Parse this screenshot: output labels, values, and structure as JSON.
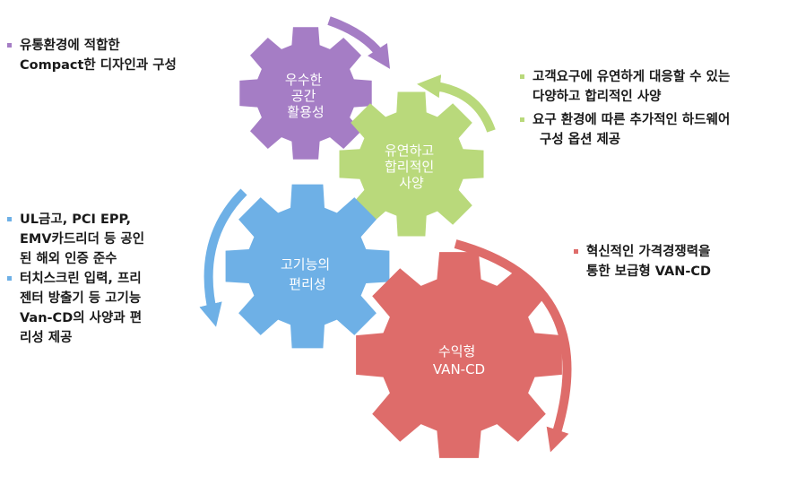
{
  "gears": [
    {
      "id": "space",
      "color": "#a57dc5",
      "label": [
        "우수한",
        "공간",
        "활용성"
      ]
    },
    {
      "id": "flex",
      "color": "#b9d97b",
      "label": [
        "유연하고",
        "합리적인",
        "사양"
      ]
    },
    {
      "id": "conv",
      "color": "#6eb0e6",
      "label": [
        "고기능의",
        "편리성"
      ]
    },
    {
      "id": "profit",
      "color": "#de6c6a",
      "label": [
        "수익형",
        "VAN-CD"
      ]
    }
  ],
  "notes": {
    "space": {
      "color": "#a57dc5",
      "items": [
        {
          "lines": [
            "유통환경에 적합한",
            "Compact한 디자인과 구성"
          ]
        }
      ]
    },
    "flex": {
      "color": "#b9d97b",
      "items": [
        {
          "lines": [
            "고객요구에 유연하게 대응할 수 있는",
            "다양하고 합리적인 사양"
          ]
        },
        {
          "lines": [
            "요구 환경에 따른 추가적인 하드웨어",
            "구성 옵션 제공"
          ]
        }
      ]
    },
    "conv": {
      "color": "#6eb0e6",
      "items": [
        {
          "lines": [
            "UL금고, PCI EPP,",
            "EMV카드리더 등 공인",
            "된 해외 인증 준수"
          ]
        },
        {
          "lines": [
            "터치스크린 입력, 프리",
            "젠터 방출기 등 고기능",
            "Van-CD의 사양과 편",
            "리성 제공"
          ]
        }
      ]
    },
    "profit": {
      "color": "#de6c6a",
      "items": [
        {
          "lines": [
            "혁신적인 가격경쟁력을",
            "통한 보급형 VAN-CD"
          ]
        }
      ]
    }
  }
}
